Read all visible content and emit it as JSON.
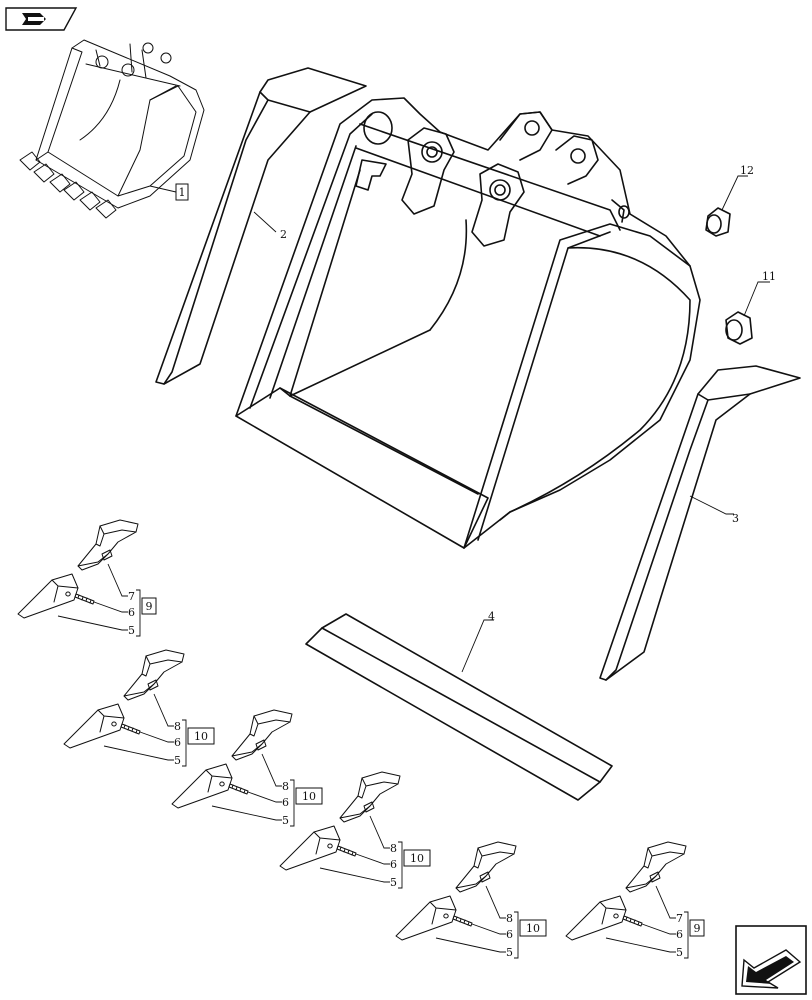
{
  "callouts": {
    "c1": "1",
    "c2": "2",
    "c3": "3",
    "c4": "4",
    "c11": "11",
    "c12": "12"
  },
  "groups": [
    {
      "top": "7",
      "mid": "6",
      "bottom": "5",
      "kit": "9"
    },
    {
      "top": "8",
      "mid": "6",
      "bottom": "5",
      "kit": "10"
    },
    {
      "top": "8",
      "mid": "6",
      "bottom": "5",
      "kit": "10"
    },
    {
      "top": "8",
      "mid": "6",
      "bottom": "5",
      "kit": "10"
    },
    {
      "top": "8",
      "mid": "6",
      "bottom": "5",
      "kit": "10"
    },
    {
      "top": "7",
      "mid": "6",
      "bottom": "5",
      "kit": "9"
    }
  ],
  "icons": {
    "top_left": "previous-page-icon",
    "bottom_right": "next-page-icon"
  }
}
